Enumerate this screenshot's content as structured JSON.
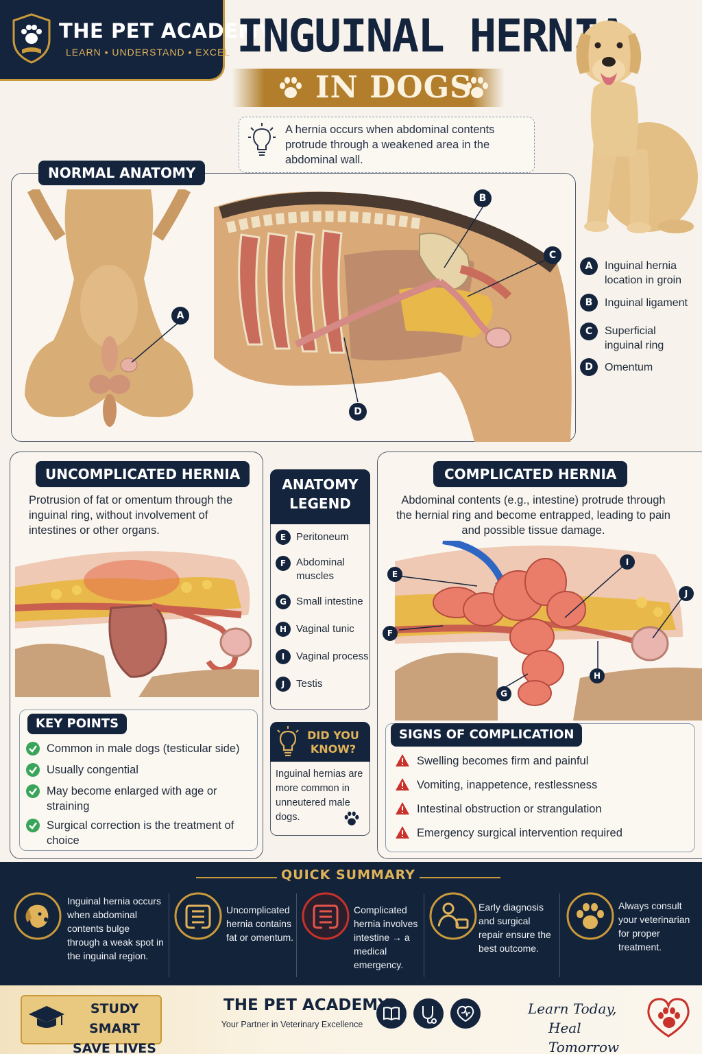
{
  "brand": {
    "name": "THE PET ACADEMY",
    "tagline": "LEARN • UNDERSTAND • EXCEL"
  },
  "title": {
    "main": "INGUINAL HERNIA",
    "subtitle": "IN DOGS"
  },
  "intro": "A hernia occurs when abdominal contents protrude through a weakened area in the abdominal wall.",
  "normal_anatomy": {
    "title": "NORMAL ANATOMY",
    "labels": [
      {
        "letter": "A",
        "text": "Inguinal hernia location in groin"
      },
      {
        "letter": "B",
        "text": "Inguinal ligament"
      },
      {
        "letter": "C",
        "text": "Superficial inguinal ring"
      },
      {
        "letter": "D",
        "text": "Omentum"
      }
    ]
  },
  "uncomplicated": {
    "title": "UNCOMPLICATED HERNIA",
    "description": "Protrusion of fat or omentum through the inguinal ring, without involvement of intestines or other organs."
  },
  "key_points": {
    "title": "KEY POINTS",
    "items": [
      "Common in male dogs (testicular side)",
      "Usually congential",
      "May become enlarged with age or straining",
      "Surgical correction is the treatment of choice"
    ]
  },
  "legend": {
    "title": "ANATOMY LEGEND",
    "items": [
      {
        "letter": "E",
        "text": "Peritoneum"
      },
      {
        "letter": "F",
        "text": "Abdominal muscles"
      },
      {
        "letter": "G",
        "text": "Small intestine"
      },
      {
        "letter": "H",
        "text": "Vaginal tunic"
      },
      {
        "letter": "I",
        "text": "Vaginal process"
      },
      {
        "letter": "J",
        "text": "Testis"
      }
    ]
  },
  "did_you_know": {
    "title": "DID YOU KNOW?",
    "text": "Inguinal hernias are more common in unneutered male dogs."
  },
  "complicated": {
    "title": "COMPLICATED HERNIA",
    "description": "Abdominal contents (e.g., intestine) protrude through the hernial ring and become entrapped, leading to pain and possible tissue damage."
  },
  "signs": {
    "title": "SIGNS OF COMPLICATION",
    "items": [
      "Swelling becomes firm and painful",
      "Vomiting, inappetence, restlessness",
      "Intestinal obstruction or strangulation",
      "Emergency surgical intervention required"
    ]
  },
  "summary": {
    "title": "QUICK SUMMARY",
    "items": [
      {
        "icon": "dog-head-icon",
        "text": "Inguinal hernia occurs when abdominal contents bulge through a weak spot in the inguinal region."
      },
      {
        "icon": "intestine-icon",
        "text": "Uncomplicated hernia contains fat or omentum."
      },
      {
        "icon": "intestine-alert-icon",
        "text": "Complicated hernia involves intestine → a medical emergency."
      },
      {
        "icon": "vet-doctor-icon",
        "text": "Early diagnosis and surgical repair ensure the best outcome."
      },
      {
        "icon": "paw-icon",
        "text": "Always consult your veterinarian for proper treatment."
      }
    ]
  },
  "footer": {
    "study": "STUDY SMART SAVE LIVES",
    "brand": "THE PET ACADEMY",
    "tagline": "Your Partner in Veterinary Excellence",
    "motto_line1": "Learn Today,",
    "motto_line2": "Heal Tomorrow"
  },
  "colors": {
    "navy": "#14243d",
    "gold": "#c99a3c",
    "cream": "#f7f3ec",
    "flesh": "#e07a62",
    "fat": "#e9b84a",
    "warning": "#c9312b",
    "check": "#3aa55a"
  }
}
